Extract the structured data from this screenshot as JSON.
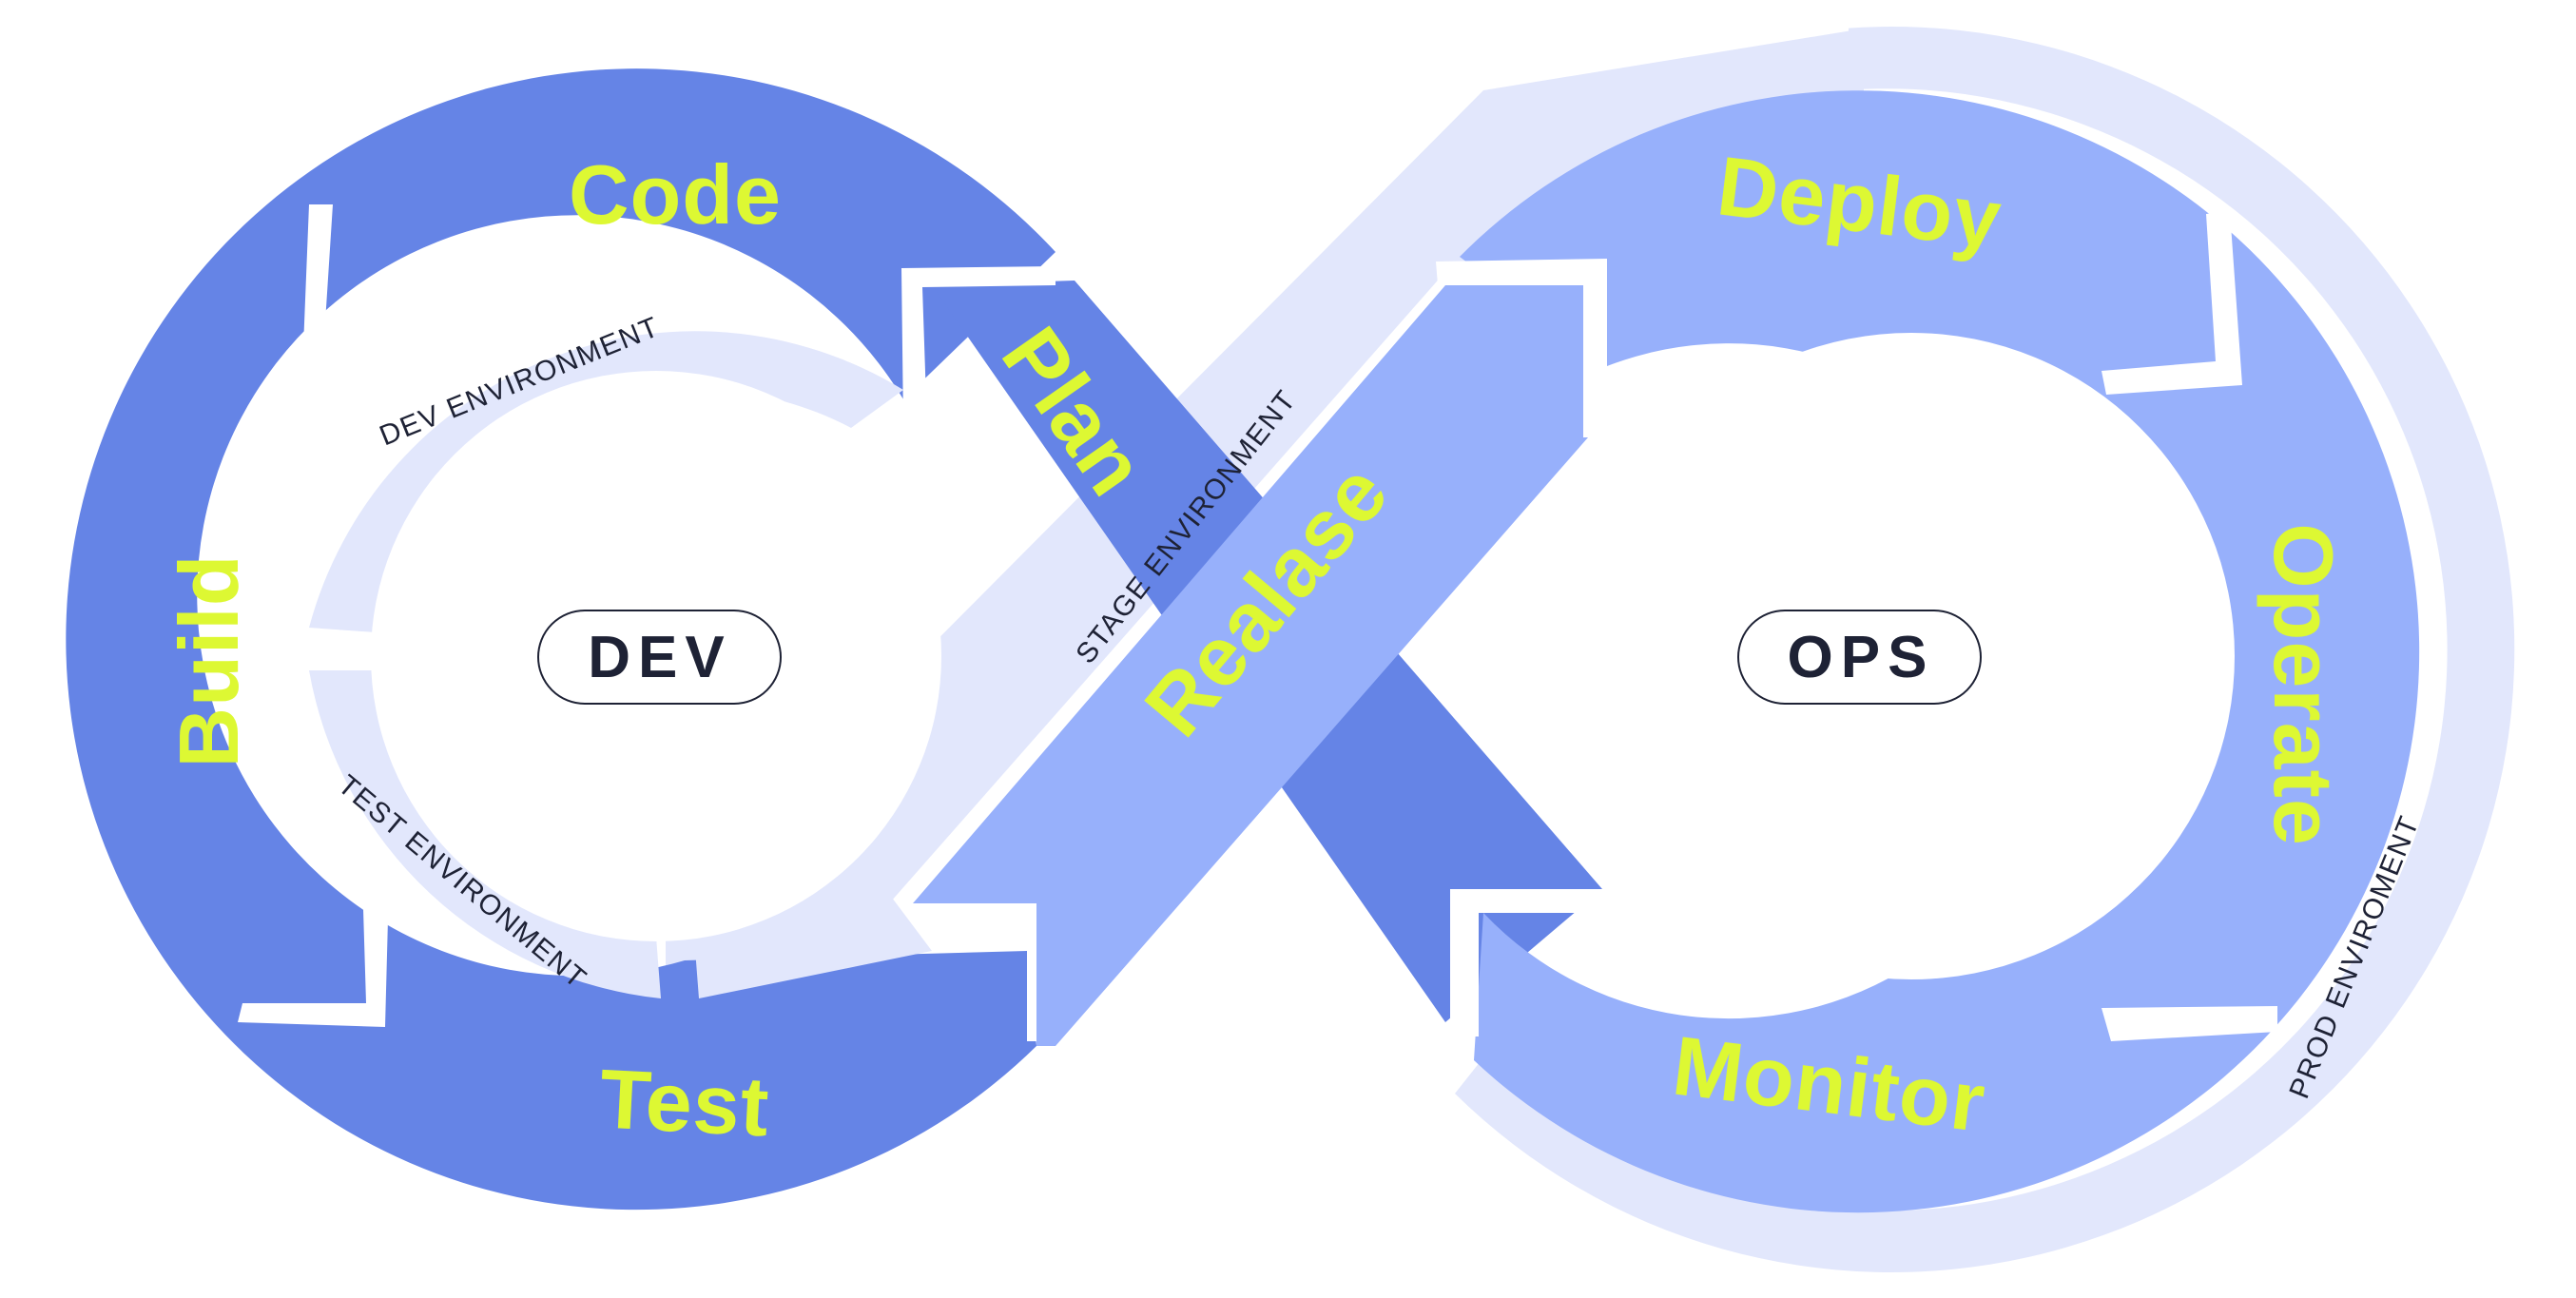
{
  "colors": {
    "dev_band": "#6584E6",
    "ops_band": "#97B0FB",
    "light_track": "#E2E7FC",
    "stage_text": "#DDF833",
    "env_text": "#1E2235",
    "pill_border": "#1E2235",
    "background": "#FFFFFF"
  },
  "center": {
    "dev": "DEV",
    "ops": "OPS"
  },
  "stages": {
    "code": "Code",
    "plan": "Plan",
    "build": "Build",
    "test": "Test",
    "realase": "Realase",
    "deploy": "Deploy",
    "operate": "Operate",
    "monitor": "Monitor"
  },
  "environments": {
    "dev": "DEV ENVIRONMENT",
    "test": "TEST ENVIRONMENT",
    "stage": "STAGE ENVIRONMENT",
    "prod": "PROD ENVIROMENT"
  }
}
